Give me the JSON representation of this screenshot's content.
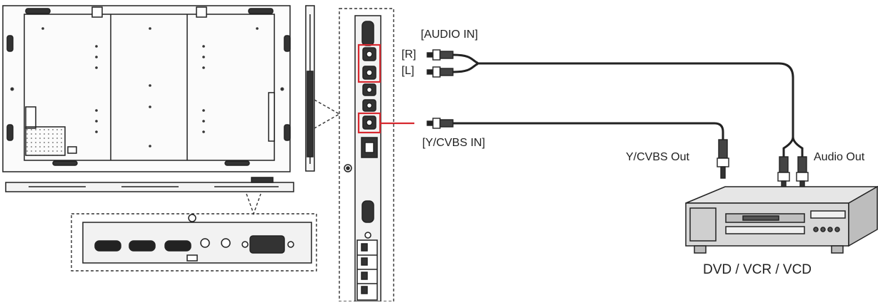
{
  "labels": {
    "audio_in": "[AUDIO IN]",
    "right": "[R]",
    "left": "[L]",
    "ycvbs_in": "[Y/CVBS IN]",
    "ycvbs_out": "Y/CVBS Out",
    "audio_out": "Audio Out",
    "device": "DVD / VCR / VCD"
  },
  "colors": {
    "line": "#222222",
    "highlight": "#d7282f",
    "device_body": "#d8d8d8",
    "panel": "#f2f2f2"
  },
  "icons": {
    "display_rear": "monitor-rear-icon",
    "io_panel": "connector-panel-icon",
    "rca_plug": "rca-plug-icon",
    "player": "dvd-player-icon"
  }
}
